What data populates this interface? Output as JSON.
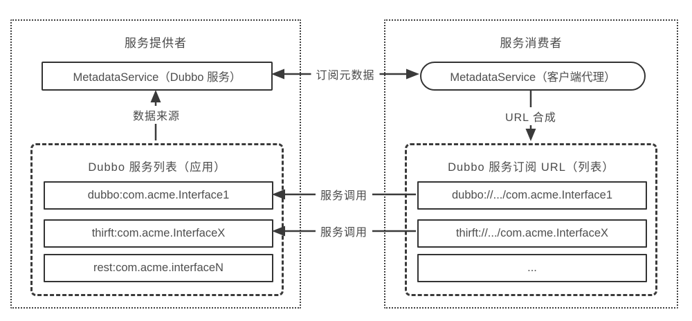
{
  "provider": {
    "title": "服务提供者",
    "metadata_service": "MetadataService（Dubbo 服务）",
    "service_list": {
      "title": "Dubbo 服务列表（应用）",
      "items": [
        "dubbo:com.acme.Interface1",
        "thirft:com.acme.InterfaceX",
        "rest:com.acme.interfaceN"
      ]
    }
  },
  "consumer": {
    "title": "服务消费者",
    "metadata_service": "MetadataService（客户端代理）",
    "subscription_list": {
      "title": "Dubbo 服务订阅 URL（列表）",
      "items": [
        "dubbo://.../com.acme.Interface1",
        "thirft://.../com.acme.InterfaceX",
        "..."
      ]
    }
  },
  "connections": {
    "subscribe_metadata_label": "订阅元数据",
    "data_source_label": "数据来源",
    "url_synthesis_label": "URL 合成",
    "service_invocation_labels": [
      "服务调用",
      "服务调用"
    ]
  },
  "colors": {
    "line": "#3a3a3a",
    "text": "#4a4a4a",
    "border": "#333333",
    "background": "#ffffff"
  }
}
